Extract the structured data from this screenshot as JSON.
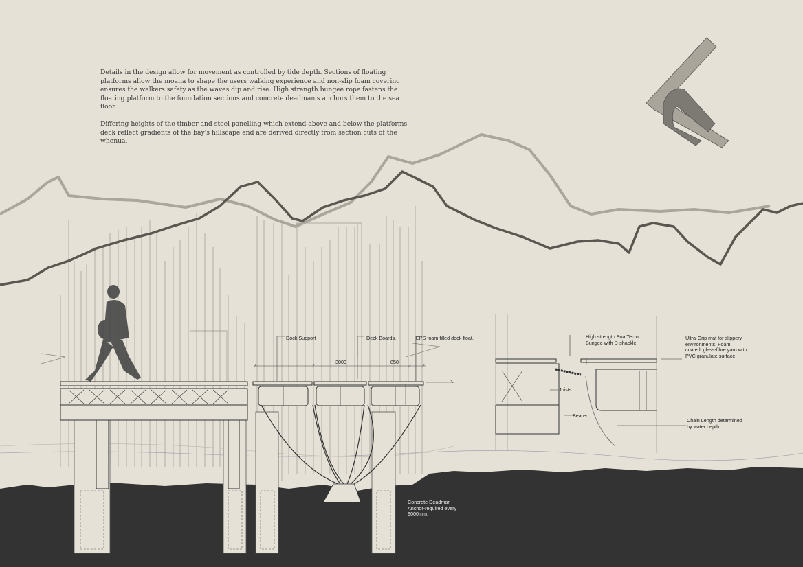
{
  "intro": {
    "paragraph1": "Details in the design allow for movement as controlled by tide depth. Sections of floating platforms allow the moana to shape the users walking experience and non-slip foam covering ensures the walkers safety as the waves dip and rise. High strength bungee rope fastens the floating platform to the foundation sections and concrete deadman's anchors them to the sea floor.",
    "paragraph2": "Differing heights of the timber and steel panelling which extend above and below the platforms deck reflect gradients of the bay's hillscape and are derived directly from section cuts of the whenua."
  },
  "section_labels": {
    "dock_support": "Dock Support",
    "deck_boards": "Deck Boards.",
    "eps_float": "EPS foam filled dock float.",
    "dim_3000": "3000",
    "dim_850": "850",
    "deadman": "Concrete Deadman Anchor-required every 9000mm."
  },
  "detail_labels": {
    "bungee": "High strength BoatTector Bungee with D-shackle.",
    "ultra_grip": "Ultra-Grip mat for slippery environments. Foam coated, glass-fibre yarn with PVC granulate surface.",
    "joists": "Joists",
    "bearer": "Bearer",
    "chain": "Chain Length determined by water depth."
  },
  "colors": {
    "background": "#e5e1d6",
    "ground": "#333333",
    "ridge_dark": "#5a5650",
    "ridge_light": "#a9a59b"
  }
}
